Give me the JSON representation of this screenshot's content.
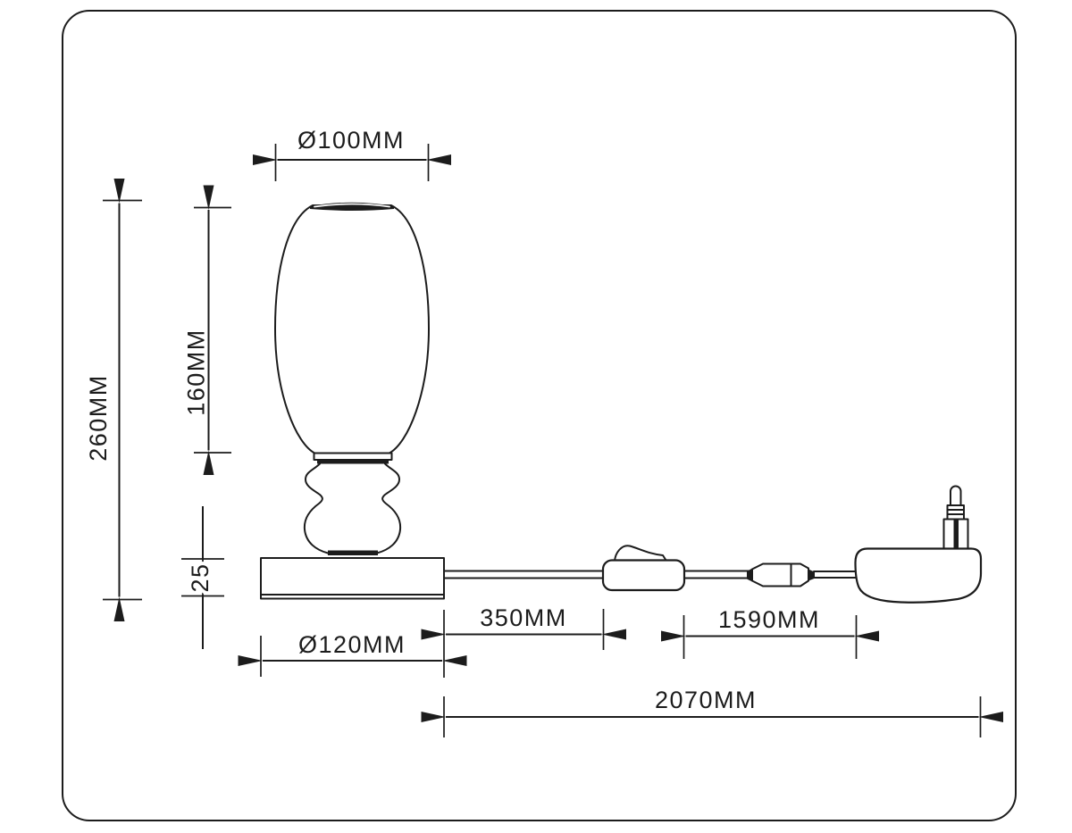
{
  "diagram": {
    "background_color": "#ffffff",
    "line_color": "#1c1c1c",
    "labels": {
      "shade_diameter": "Ø100MM",
      "shade_height": "160MM",
      "total_height": "260MM",
      "base_thickness": "25",
      "base_diameter": "Ø120MM",
      "cord_base_to_switch": "350MM",
      "cord_switch_to_plug": "1590MM",
      "cord_total": "2070MM"
    }
  }
}
